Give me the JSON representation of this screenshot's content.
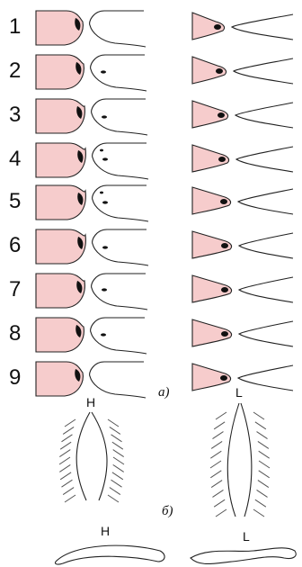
{
  "rows": [
    "1",
    "2",
    "3",
    "4",
    "5",
    "6",
    "7",
    "8",
    "9"
  ],
  "panel_a": "а)",
  "panel_b": "б)",
  "glottis_labels": {
    "left": "H",
    "right": "L"
  },
  "colors": {
    "fold_fill": "#f6cccc",
    "ink": "#222222",
    "black_mark": "#111111",
    "hatch": "#555555"
  }
}
